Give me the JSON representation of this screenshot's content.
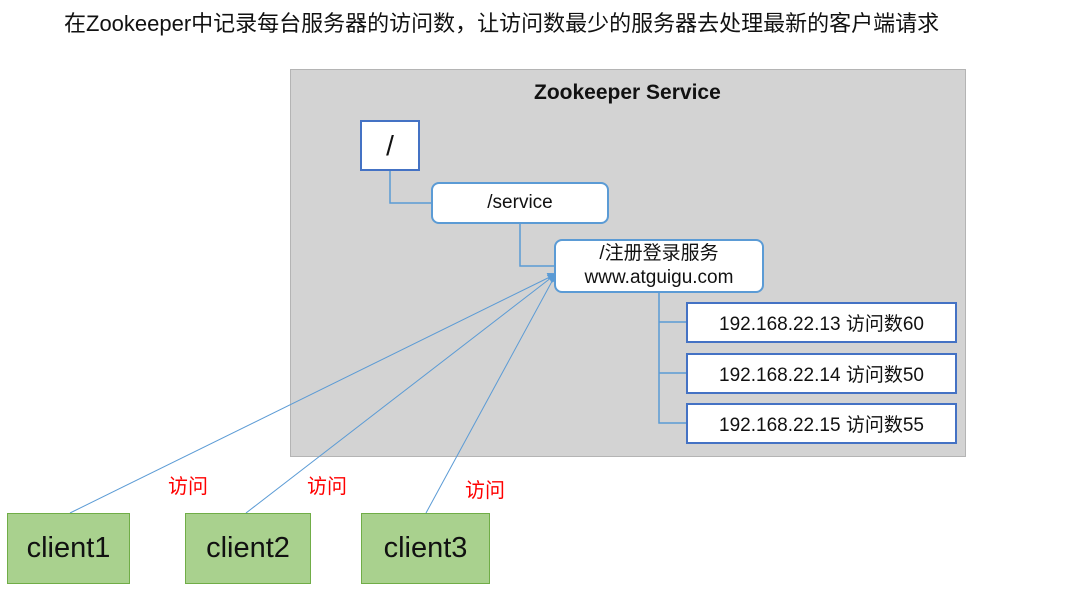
{
  "title": "在Zookeeper中记录每台服务器的访问数，让访问数最少的服务器去处理最新的客户端请求",
  "service": {
    "title": "Zookeeper Service",
    "root_label": "/",
    "service_label": "/service",
    "register_line1": "/注册登录服务",
    "register_line2": "www.atguigu.com",
    "servers": [
      "192.168.22.13  访问数60",
      "192.168.22.14 访问数50",
      "192.168.22.15 访问数55"
    ]
  },
  "clients": [
    "client1",
    "client2",
    "client3"
  ],
  "visit_label": "访问",
  "colors": {
    "panel": "#d3d3d3",
    "node_border": "#4472c4",
    "rounded_border": "#5b9bd5",
    "client_fill": "#a9d18e",
    "client_border": "#70ad47",
    "visit_text": "#ff0000",
    "connector": "#5b9bd5"
  }
}
